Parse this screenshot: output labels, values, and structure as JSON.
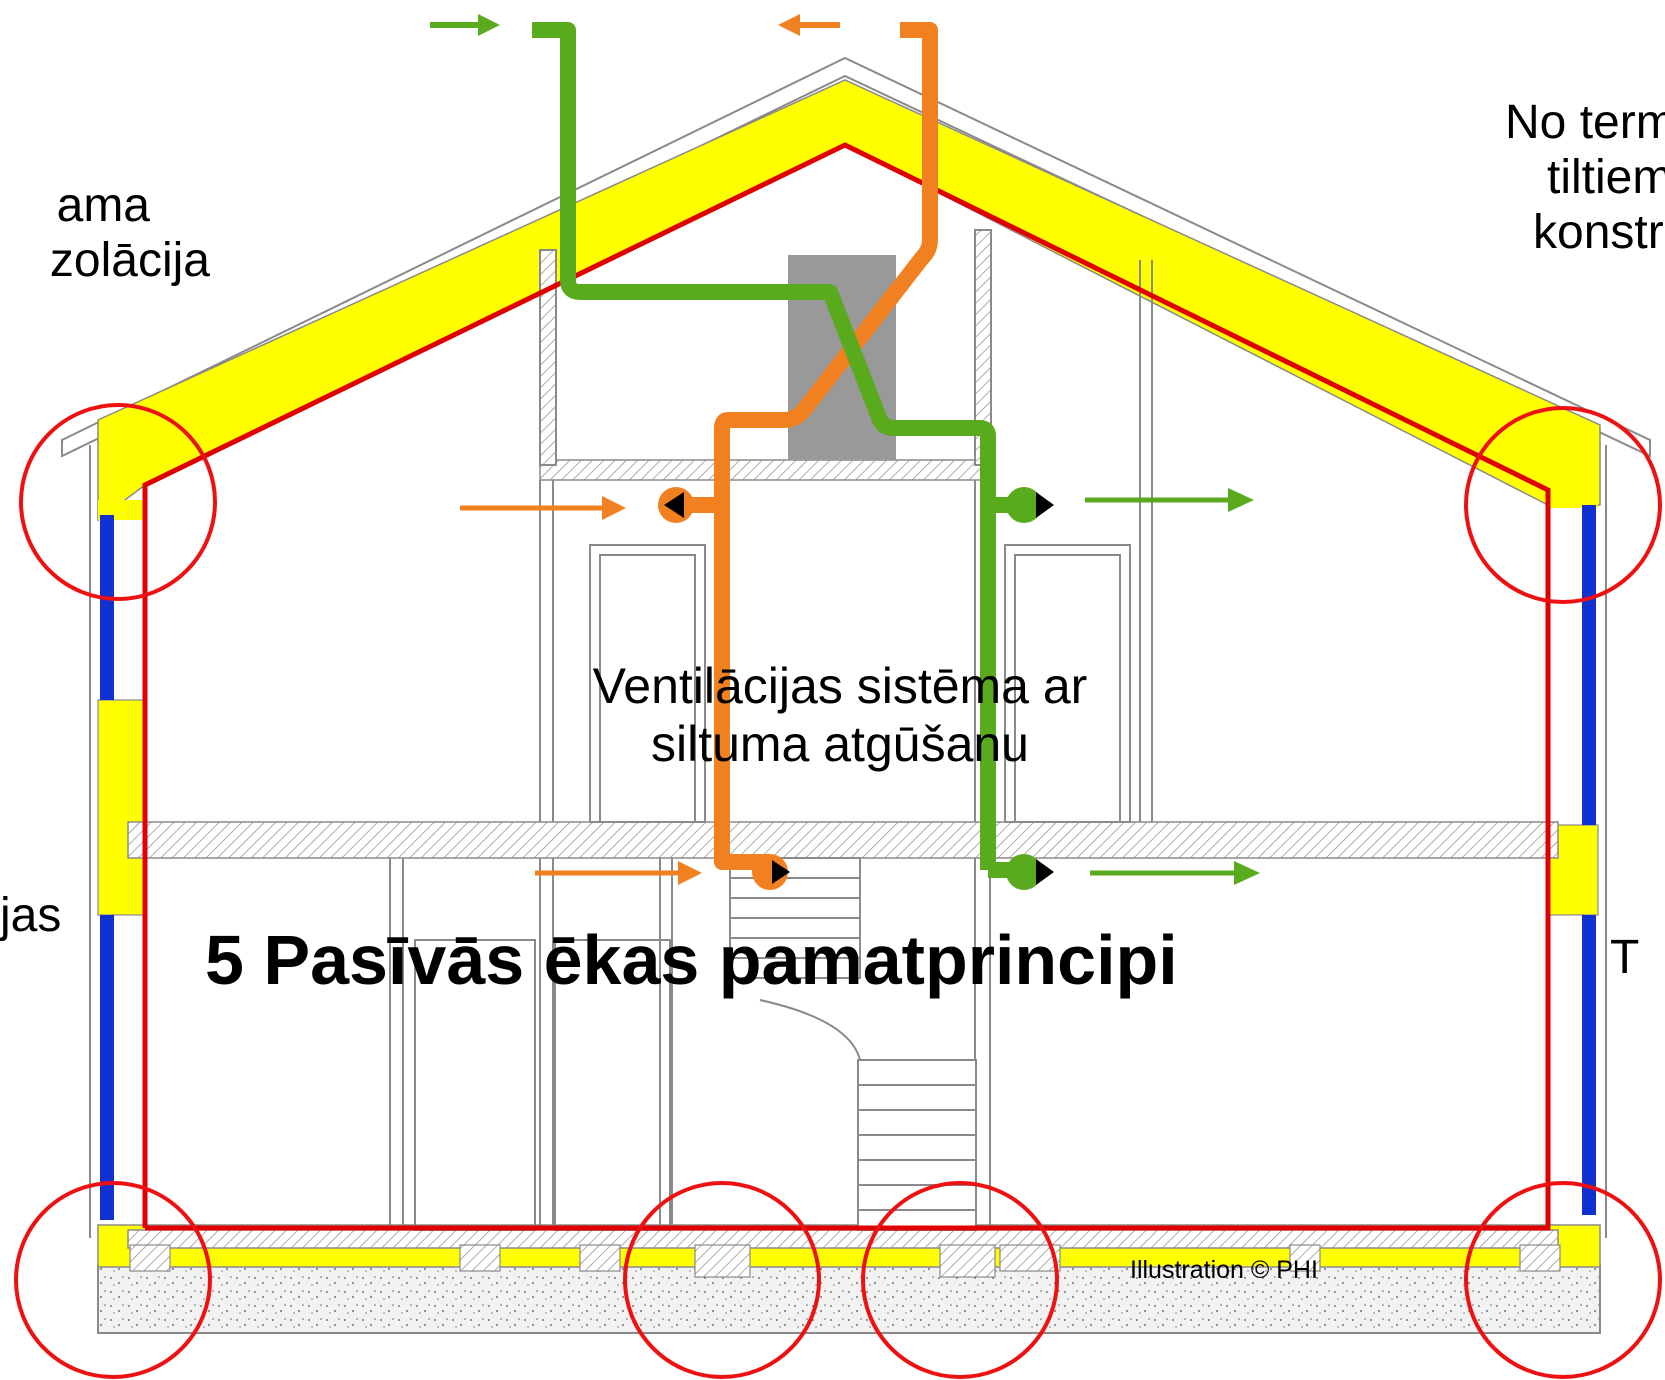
{
  "labels": {
    "roof_insulation_line1": "ama",
    "roof_insulation_line2": "zolācija",
    "thermal_bridges_line1": "No term",
    "thermal_bridges_line2": "tiltiem",
    "thermal_bridges_line3": "konstr",
    "ventilation_line1": "Ventilācijas sistēma ar",
    "ventilation_line2": "siltuma atgūšanu",
    "main_title": "5 Pasīvās ēkas pamatprincipi",
    "right_partial": "T",
    "left_partial": "jas",
    "credit": "Illustration © PHI"
  },
  "colors": {
    "insulation": "#ffff00",
    "airtight_layer": "#e00000",
    "window": "#1030d0",
    "supply_duct": "#5aaa1e",
    "exhaust_duct": "#f08020",
    "heat_exchanger": "#999999",
    "circle_marker": "#ee1111",
    "structure_line": "#7a7a7a"
  },
  "icons": {
    "up_arrow": "flow-arrow-icon"
  }
}
